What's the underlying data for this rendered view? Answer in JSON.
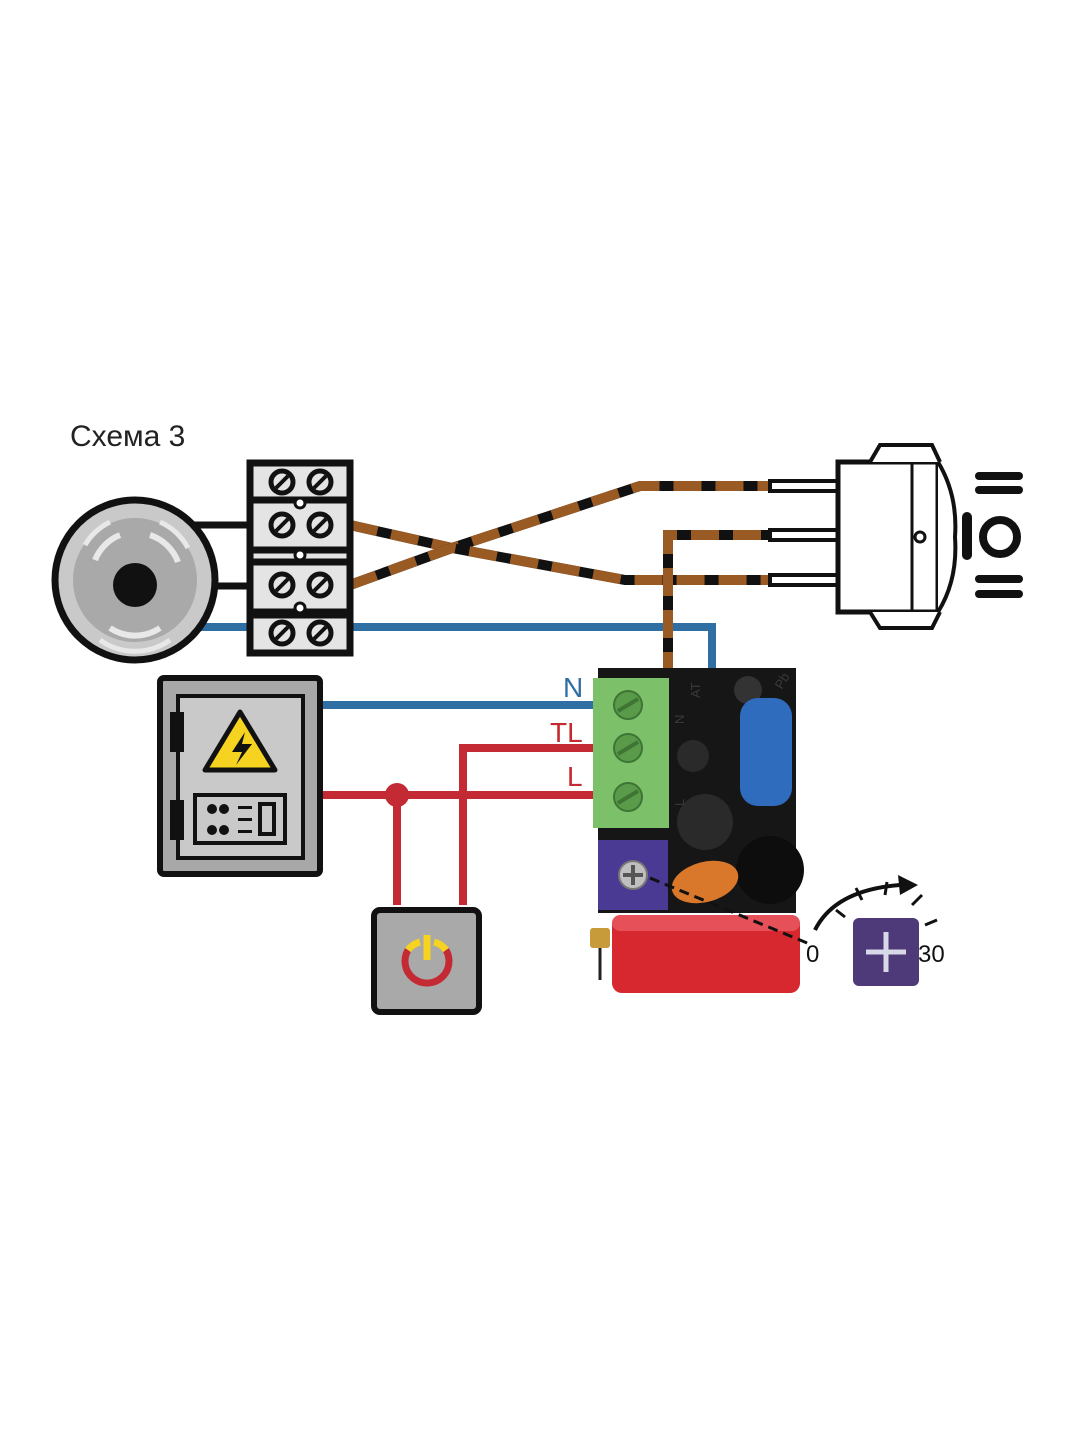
{
  "title": "Схема 3",
  "terminals": {
    "n_label": "N",
    "tl_label": "TL",
    "l_label": "L"
  },
  "pcb_markings": {
    "at": "AT",
    "pb": "Pb",
    "n_small": "N",
    "l_small": "L"
  },
  "timer_scale": {
    "min": "0",
    "max": "30"
  },
  "colors": {
    "neutral_wire": "#2f6fa3",
    "live_wire": "#c42a33",
    "brown_wire": "#9a5a23",
    "black_wire": "#111111",
    "pcb": "#161616",
    "terminal_block": "#7dc06a",
    "potentiometer": "#4b3a93",
    "capacitor": "#d7282f",
    "blue_capacitor": "#2f6cbe",
    "adjust_button": "#4e3a78"
  },
  "icons": [
    "exhaust-fan-icon",
    "terminal-strip-icon",
    "rocker-switch-icon",
    "electrical-panel-icon",
    "high-voltage-warning-icon",
    "power-button-icon",
    "plus-icon",
    "arrow-icon"
  ]
}
